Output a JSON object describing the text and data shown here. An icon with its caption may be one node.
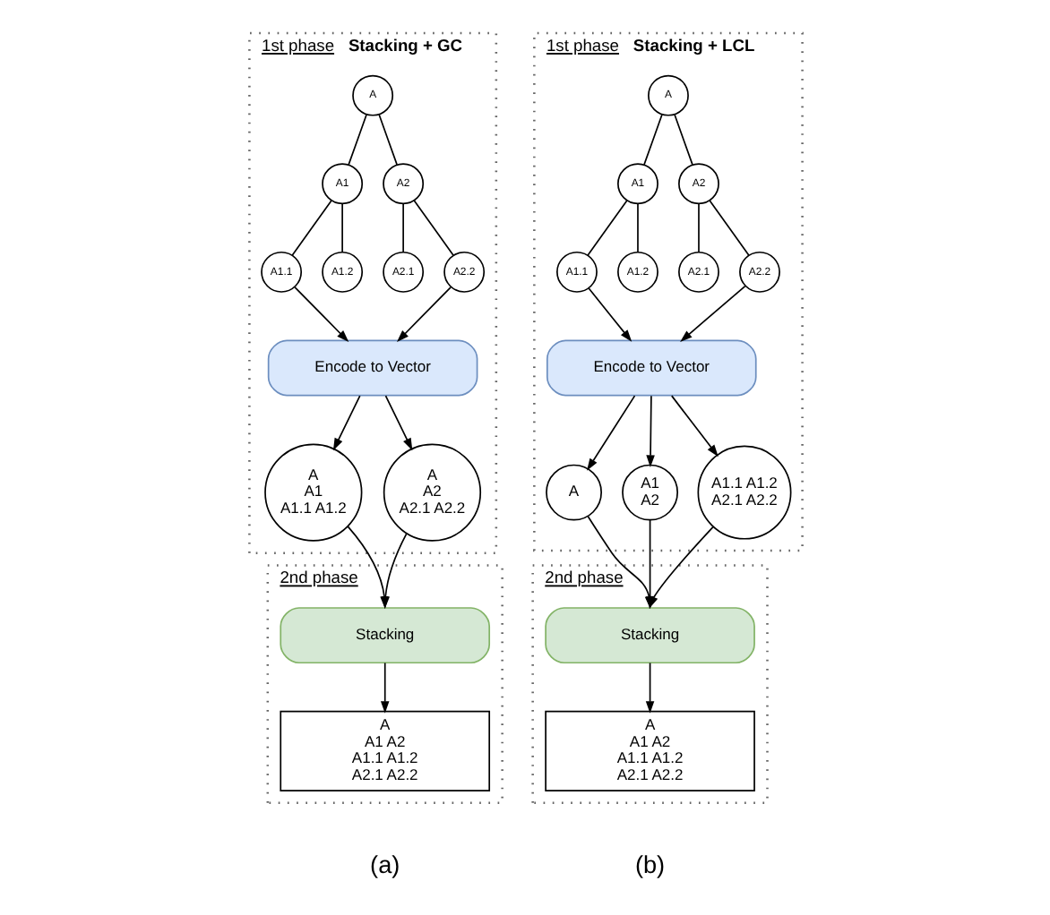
{
  "diagram": {
    "nodes": [
      {
        "text": [
          "1st phase",
          "Stacking + GC"
        ]
      },
      {
        "text": [
          "A"
        ],
        "in": 0
      },
      {
        "text": [
          "A1"
        ],
        "in": 0
      },
      {
        "text": [
          "A2"
        ],
        "in": 0
      },
      {
        "text": [
          "A1.1"
        ],
        "in": 0
      },
      {
        "text": [
          "A1.2"
        ],
        "in": 0
      },
      {
        "text": [
          "A2.1"
        ],
        "in": 0
      },
      {
        "text": [
          "A2.2"
        ],
        "in": 0
      },
      {
        "text": [
          "Encode to Vector"
        ],
        "in": 0
      },
      {
        "text": [
          "A",
          "A1",
          "A1.1 A1.2"
        ],
        "in": 0
      },
      {
        "text": [
          "A",
          "A2",
          "A2.1 A2.2"
        ],
        "in": 0
      },
      {
        "text": [
          "2nd phase"
        ]
      },
      {
        "text": [
          "Stacking"
        ],
        "in": 11
      },
      {
        "text": [
          "A",
          "A1 A2",
          "A1.1 A1.2",
          "A2.1 A2.2"
        ],
        "in": 11
      },
      {
        "text": [
          "1st phase",
          "Stacking + LCL"
        ]
      },
      {
        "text": [
          "A"
        ],
        "in": 14
      },
      {
        "text": [
          "A1"
        ],
        "in": 14
      },
      {
        "text": [
          "A2"
        ],
        "in": 14
      },
      {
        "text": [
          "A1.1"
        ],
        "in": 14
      },
      {
        "text": [
          "A1.2"
        ],
        "in": 14
      },
      {
        "text": [
          "A2.1"
        ],
        "in": 14
      },
      {
        "text": [
          "A2.2"
        ],
        "in": 14
      },
      {
        "text": [
          "Encode to Vector"
        ],
        "in": 14
      },
      {
        "text": [
          "A"
        ],
        "in": 14
      },
      {
        "text": [
          "A1",
          "A2"
        ],
        "in": 14
      },
      {
        "text": [
          "A1.1 A1.2",
          "A2.1 A2.2"
        ],
        "in": 14
      },
      {
        "text": [
          "2nd phase"
        ]
      },
      {
        "text": [
          "Stacking"
        ],
        "in": 26
      },
      {
        "text": [
          "A",
          "A1 A2",
          "A1.1 A1.2",
          "A2.1 A2.2"
        ],
        "in": 26
      }
    ],
    "edges": [
      {
        "from": 1,
        "to": 2,
        "arrow": "none"
      },
      {
        "from": 1,
        "to": 3,
        "arrow": "none"
      },
      {
        "from": 2,
        "to": 4,
        "arrow": "none"
      },
      {
        "from": 2,
        "to": 5,
        "arrow": "none"
      },
      {
        "from": 3,
        "to": 6,
        "arrow": "none"
      },
      {
        "from": 3,
        "to": 7,
        "arrow": "none"
      },
      {
        "from": 4,
        "to": 8,
        "arrow": "to"
      },
      {
        "from": 7,
        "to": 8,
        "arrow": "to"
      },
      {
        "from": 8,
        "to": 9,
        "arrow": "to"
      },
      {
        "from": 8,
        "to": 10,
        "arrow": "to"
      },
      {
        "from": 9,
        "to": 12,
        "arrow": "to"
      },
      {
        "from": 10,
        "to": 12,
        "arrow": "to"
      },
      {
        "from": 12,
        "to": 13,
        "arrow": "to"
      },
      {
        "from": 15,
        "to": 16,
        "arrow": "none"
      },
      {
        "from": 15,
        "to": 17,
        "arrow": "none"
      },
      {
        "from": 16,
        "to": 18,
        "arrow": "none"
      },
      {
        "from": 16,
        "to": 19,
        "arrow": "none"
      },
      {
        "from": 17,
        "to": 20,
        "arrow": "none"
      },
      {
        "from": 17,
        "to": 21,
        "arrow": "none"
      },
      {
        "from": 18,
        "to": 22,
        "arrow": "to"
      },
      {
        "from": 21,
        "to": 22,
        "arrow": "to"
      },
      {
        "from": 22,
        "to": 23,
        "arrow": "to"
      },
      {
        "from": 22,
        "to": 24,
        "arrow": "to"
      },
      {
        "from": 22,
        "to": 25,
        "arrow": "to"
      },
      {
        "from": 23,
        "to": 27,
        "arrow": "to"
      },
      {
        "from": 24,
        "to": 27,
        "arrow": "to"
      },
      {
        "from": 25,
        "to": 27,
        "arrow": "to"
      },
      {
        "from": 27,
        "to": 28,
        "arrow": "to"
      }
    ],
    "labels": [
      "(a)",
      "(b)"
    ]
  }
}
